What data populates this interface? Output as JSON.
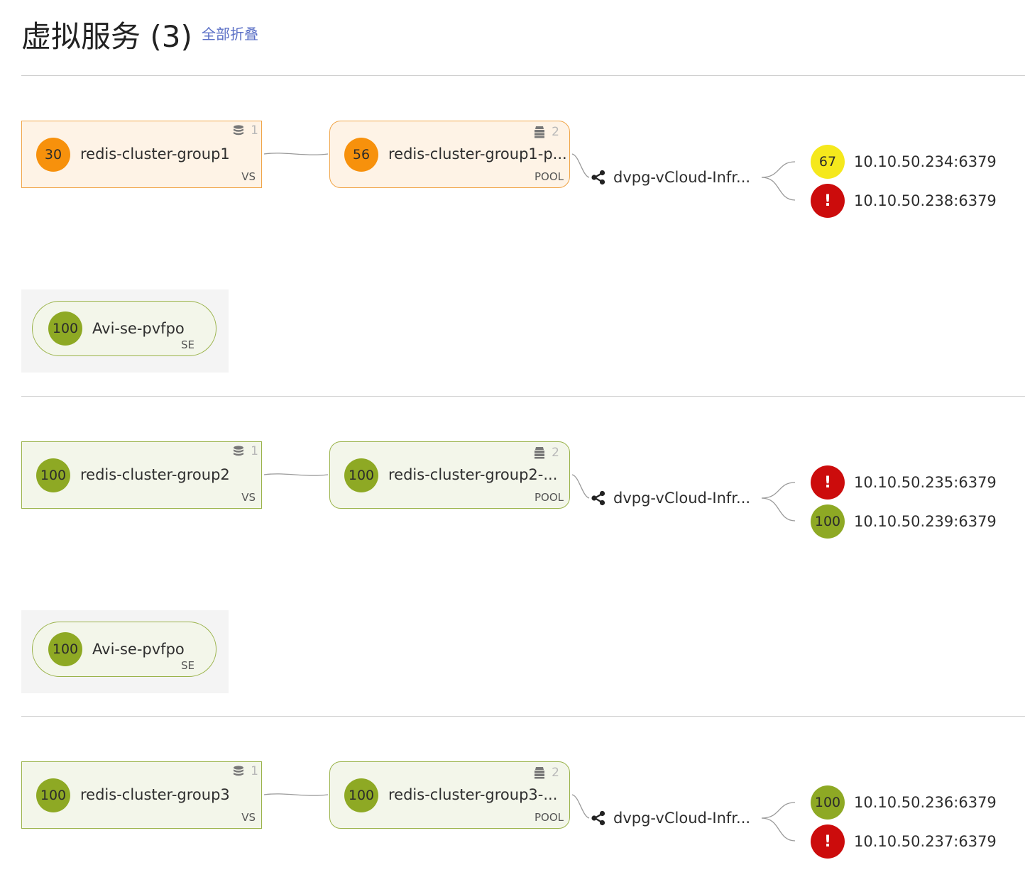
{
  "header": {
    "title": "虚拟服务 (3)",
    "collapse_all": "全部折叠"
  },
  "sections": [
    {
      "vs": {
        "score": "30",
        "name": "redis-cluster-group1",
        "type": "VS",
        "count": "1",
        "health": "orange"
      },
      "pool": {
        "score": "56",
        "name": "redis-cluster-group1-p...",
        "type": "POOL",
        "count": "2",
        "health": "orange"
      },
      "network": {
        "name": "dvpg-vCloud-Infr..."
      },
      "servers": [
        {
          "score": "67",
          "address": "10.10.50.234:6379",
          "health": "yellow"
        },
        {
          "score": "!",
          "address": "10.10.50.238:6379",
          "health": "red"
        }
      ],
      "se": {
        "score": "100",
        "name": "Avi-se-pvfpo",
        "type": "SE"
      }
    },
    {
      "vs": {
        "score": "100",
        "name": "redis-cluster-group2",
        "type": "VS",
        "count": "1",
        "health": "green"
      },
      "pool": {
        "score": "100",
        "name": "redis-cluster-group2-...",
        "type": "POOL",
        "count": "2",
        "health": "green"
      },
      "network": {
        "name": "dvpg-vCloud-Infr..."
      },
      "servers": [
        {
          "score": "!",
          "address": "10.10.50.235:6379",
          "health": "red"
        },
        {
          "score": "100",
          "address": "10.10.50.239:6379",
          "health": "green"
        }
      ],
      "se": {
        "score": "100",
        "name": "Avi-se-pvfpo",
        "type": "SE"
      }
    },
    {
      "vs": {
        "score": "100",
        "name": "redis-cluster-group3",
        "type": "VS",
        "count": "1",
        "health": "green"
      },
      "pool": {
        "score": "100",
        "name": "redis-cluster-group3-...",
        "type": "POOL",
        "count": "2",
        "health": "green"
      },
      "network": {
        "name": "dvpg-vCloud-Infr..."
      },
      "servers": [
        {
          "score": "100",
          "address": "10.10.50.236:6379",
          "health": "green"
        },
        {
          "score": "!",
          "address": "10.10.50.237:6379",
          "health": "red"
        }
      ]
    }
  ],
  "colors": {
    "orange": "#f7910c",
    "green": "#8ea924",
    "yellow": "#f5e81c",
    "red": "#cc0c0c",
    "link": "#5a6fc6"
  },
  "icons": {
    "vs_count": "database-icon",
    "pool_count": "server-stack-icon",
    "network": "share-icon",
    "down": "exclamation-icon"
  }
}
